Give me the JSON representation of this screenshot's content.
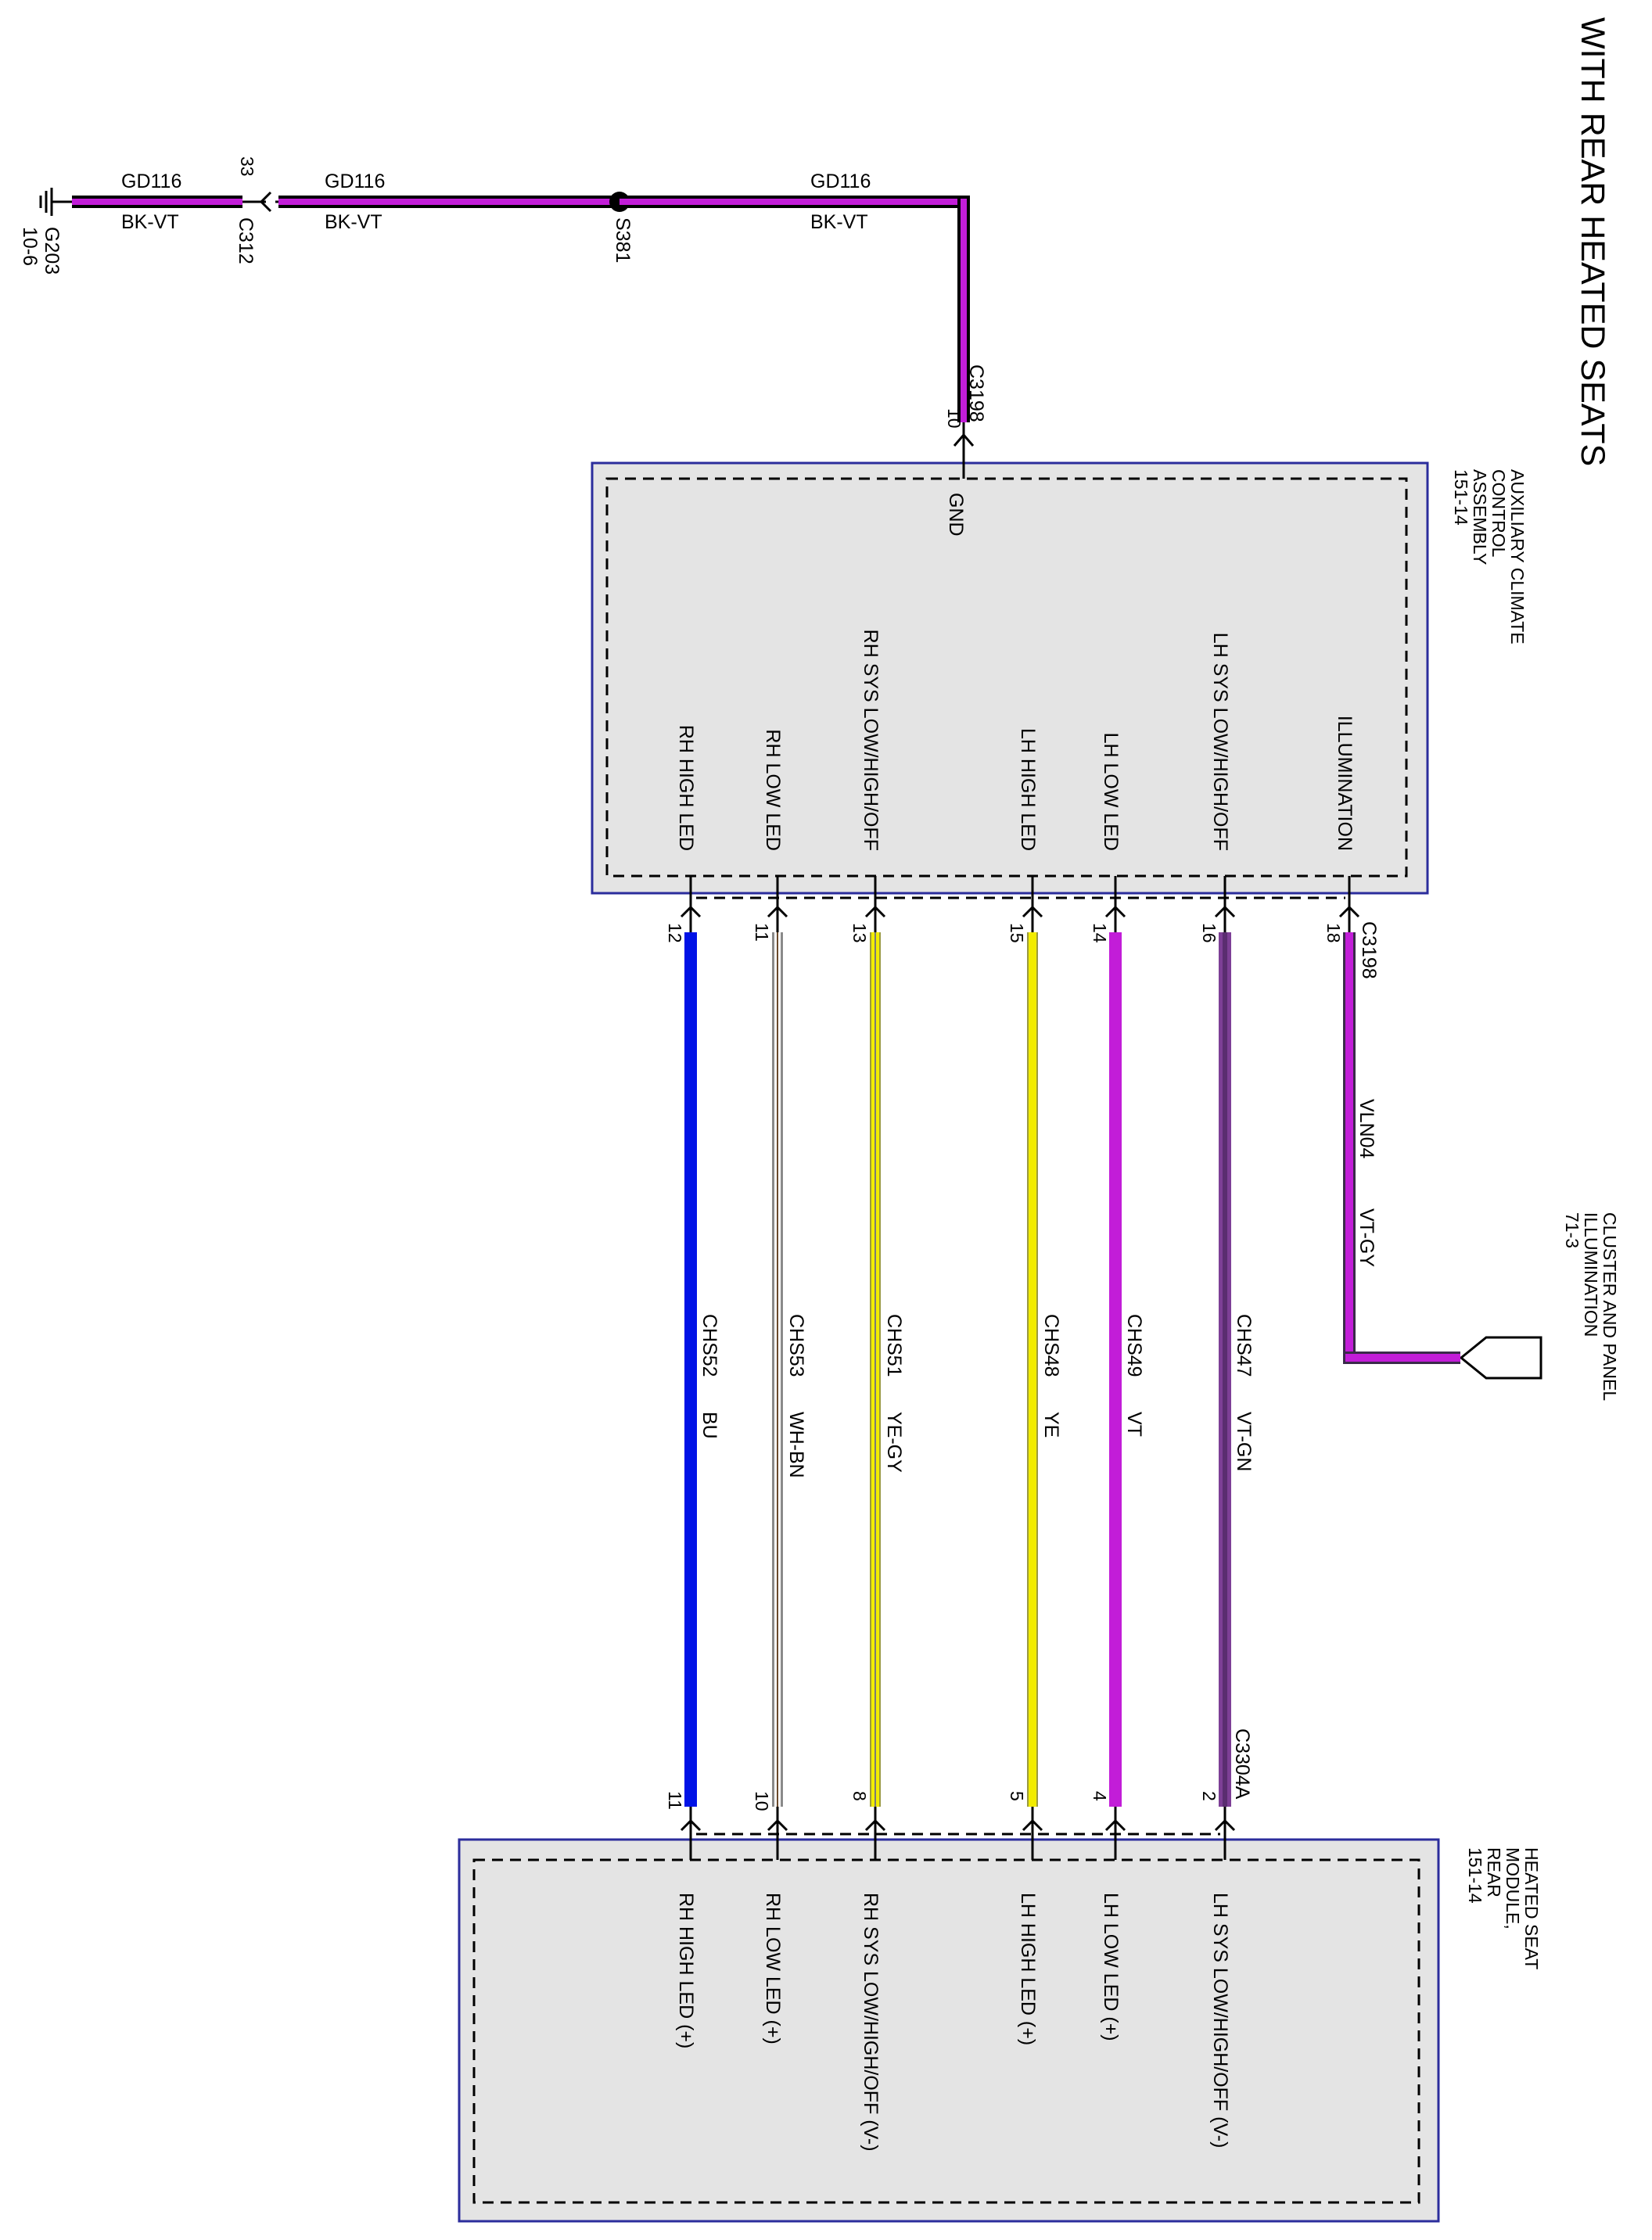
{
  "title": "WITH REAR HEATED SEATS",
  "colors": {
    "vt": "#c21dd8",
    "bk": "#000000",
    "purple": "#7d3f96",
    "yellow": "#f2ec00",
    "blue": "#0012e6",
    "gray": "#8a8a8a",
    "box_fill": "#e4e4e4",
    "box_border": "#2b2d9c"
  },
  "ground": {
    "label": "G203",
    "page": "10-6",
    "c312": "C312",
    "c312_pin": "33",
    "splice": "S381",
    "segments": [
      {
        "circuit": "GD116",
        "color": "BK-VT"
      },
      {
        "circuit": "GD116",
        "color": "BK-VT"
      },
      {
        "circuit": "GD116",
        "color": "BK-VT"
      }
    ],
    "connector": "C3198",
    "connector_pin": "10"
  },
  "acca": {
    "name": [
      "AUXILIARY CLIMATE",
      "CONTROL",
      "ASSEMBLY",
      "151-14"
    ],
    "gnd_label": "GND",
    "terminals": [
      "ILLUMINATION",
      "LH SYS LOW/HIGH/OFF",
      "LH LOW LED",
      "LH HIGH LED",
      "RH SYS LOW/HIGH/OFF",
      "RH LOW LED",
      "RH HIGH LED"
    ],
    "connector": "C3198"
  },
  "cluster": {
    "name": [
      "CLUSTER AND PANEL",
      "ILLUMINATION",
      "71-3"
    ],
    "circuit": "VLN04",
    "color": "VT-GY"
  },
  "wires": [
    {
      "pin": "18",
      "circuit": "VLN04",
      "color": "VT-GY"
    },
    {
      "pin": "16",
      "circuit": "CHS47",
      "color": "VT-GN",
      "hsm_pin": "2"
    },
    {
      "pin": "14",
      "circuit": "CHS49",
      "color": "VT",
      "hsm_pin": "4"
    },
    {
      "pin": "15",
      "circuit": "CHS48",
      "color": "YE",
      "hsm_pin": "5"
    },
    {
      "pin": "13",
      "circuit": "CHS51",
      "color": "YE-GY",
      "hsm_pin": "8"
    },
    {
      "pin": "11",
      "circuit": "CHS53",
      "color": "WH-BN",
      "hsm_pin": "10"
    },
    {
      "pin": "12",
      "circuit": "CHS52",
      "color": "BU",
      "hsm_pin": "11"
    }
  ],
  "hsm": {
    "name": [
      "HEATED SEAT",
      "MODULE,",
      "REAR",
      "151-14"
    ],
    "connector": "C3304A",
    "terminals": [
      "LH SYS LOW/HIGH/OFF (V-)",
      "LH LOW LED (+)",
      "LH HIGH LED (+)",
      "RH SYS LOW/HIGH/OFF (V-)",
      "RH LOW LED (+)",
      "RH HIGH LED (+)"
    ]
  }
}
